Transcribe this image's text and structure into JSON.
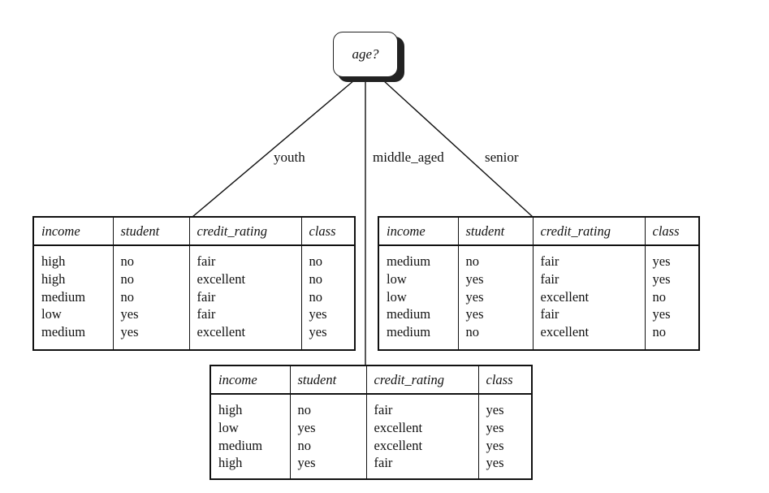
{
  "root": {
    "label": "age?"
  },
  "branches": {
    "youth": "youth",
    "middle_aged": "middle_aged",
    "senior": "senior"
  },
  "tables": {
    "youth": {
      "headers": [
        "income",
        "student",
        "credit_rating",
        "class"
      ],
      "rows": [
        [
          "high",
          "no",
          "fair",
          "no"
        ],
        [
          "high",
          "no",
          "excellent",
          "no"
        ],
        [
          "medium",
          "no",
          "fair",
          "no"
        ],
        [
          "low",
          "yes",
          "fair",
          "yes"
        ],
        [
          "medium",
          "yes",
          "excellent",
          "yes"
        ]
      ]
    },
    "senior": {
      "headers": [
        "income",
        "student",
        "credit_rating",
        "class"
      ],
      "rows": [
        [
          "medium",
          "no",
          "fair",
          "yes"
        ],
        [
          "low",
          "yes",
          "fair",
          "yes"
        ],
        [
          "low",
          "yes",
          "excellent",
          "no"
        ],
        [
          "medium",
          "yes",
          "fair",
          "yes"
        ],
        [
          "medium",
          "no",
          "excellent",
          "no"
        ]
      ]
    },
    "middle_aged": {
      "headers": [
        "income",
        "student",
        "credit_rating",
        "class"
      ],
      "rows": [
        [
          "high",
          "no",
          "fair",
          "yes"
        ],
        [
          "low",
          "yes",
          "excellent",
          "yes"
        ],
        [
          "medium",
          "no",
          "excellent",
          "yes"
        ],
        [
          "high",
          "yes",
          "fair",
          "yes"
        ]
      ]
    }
  }
}
